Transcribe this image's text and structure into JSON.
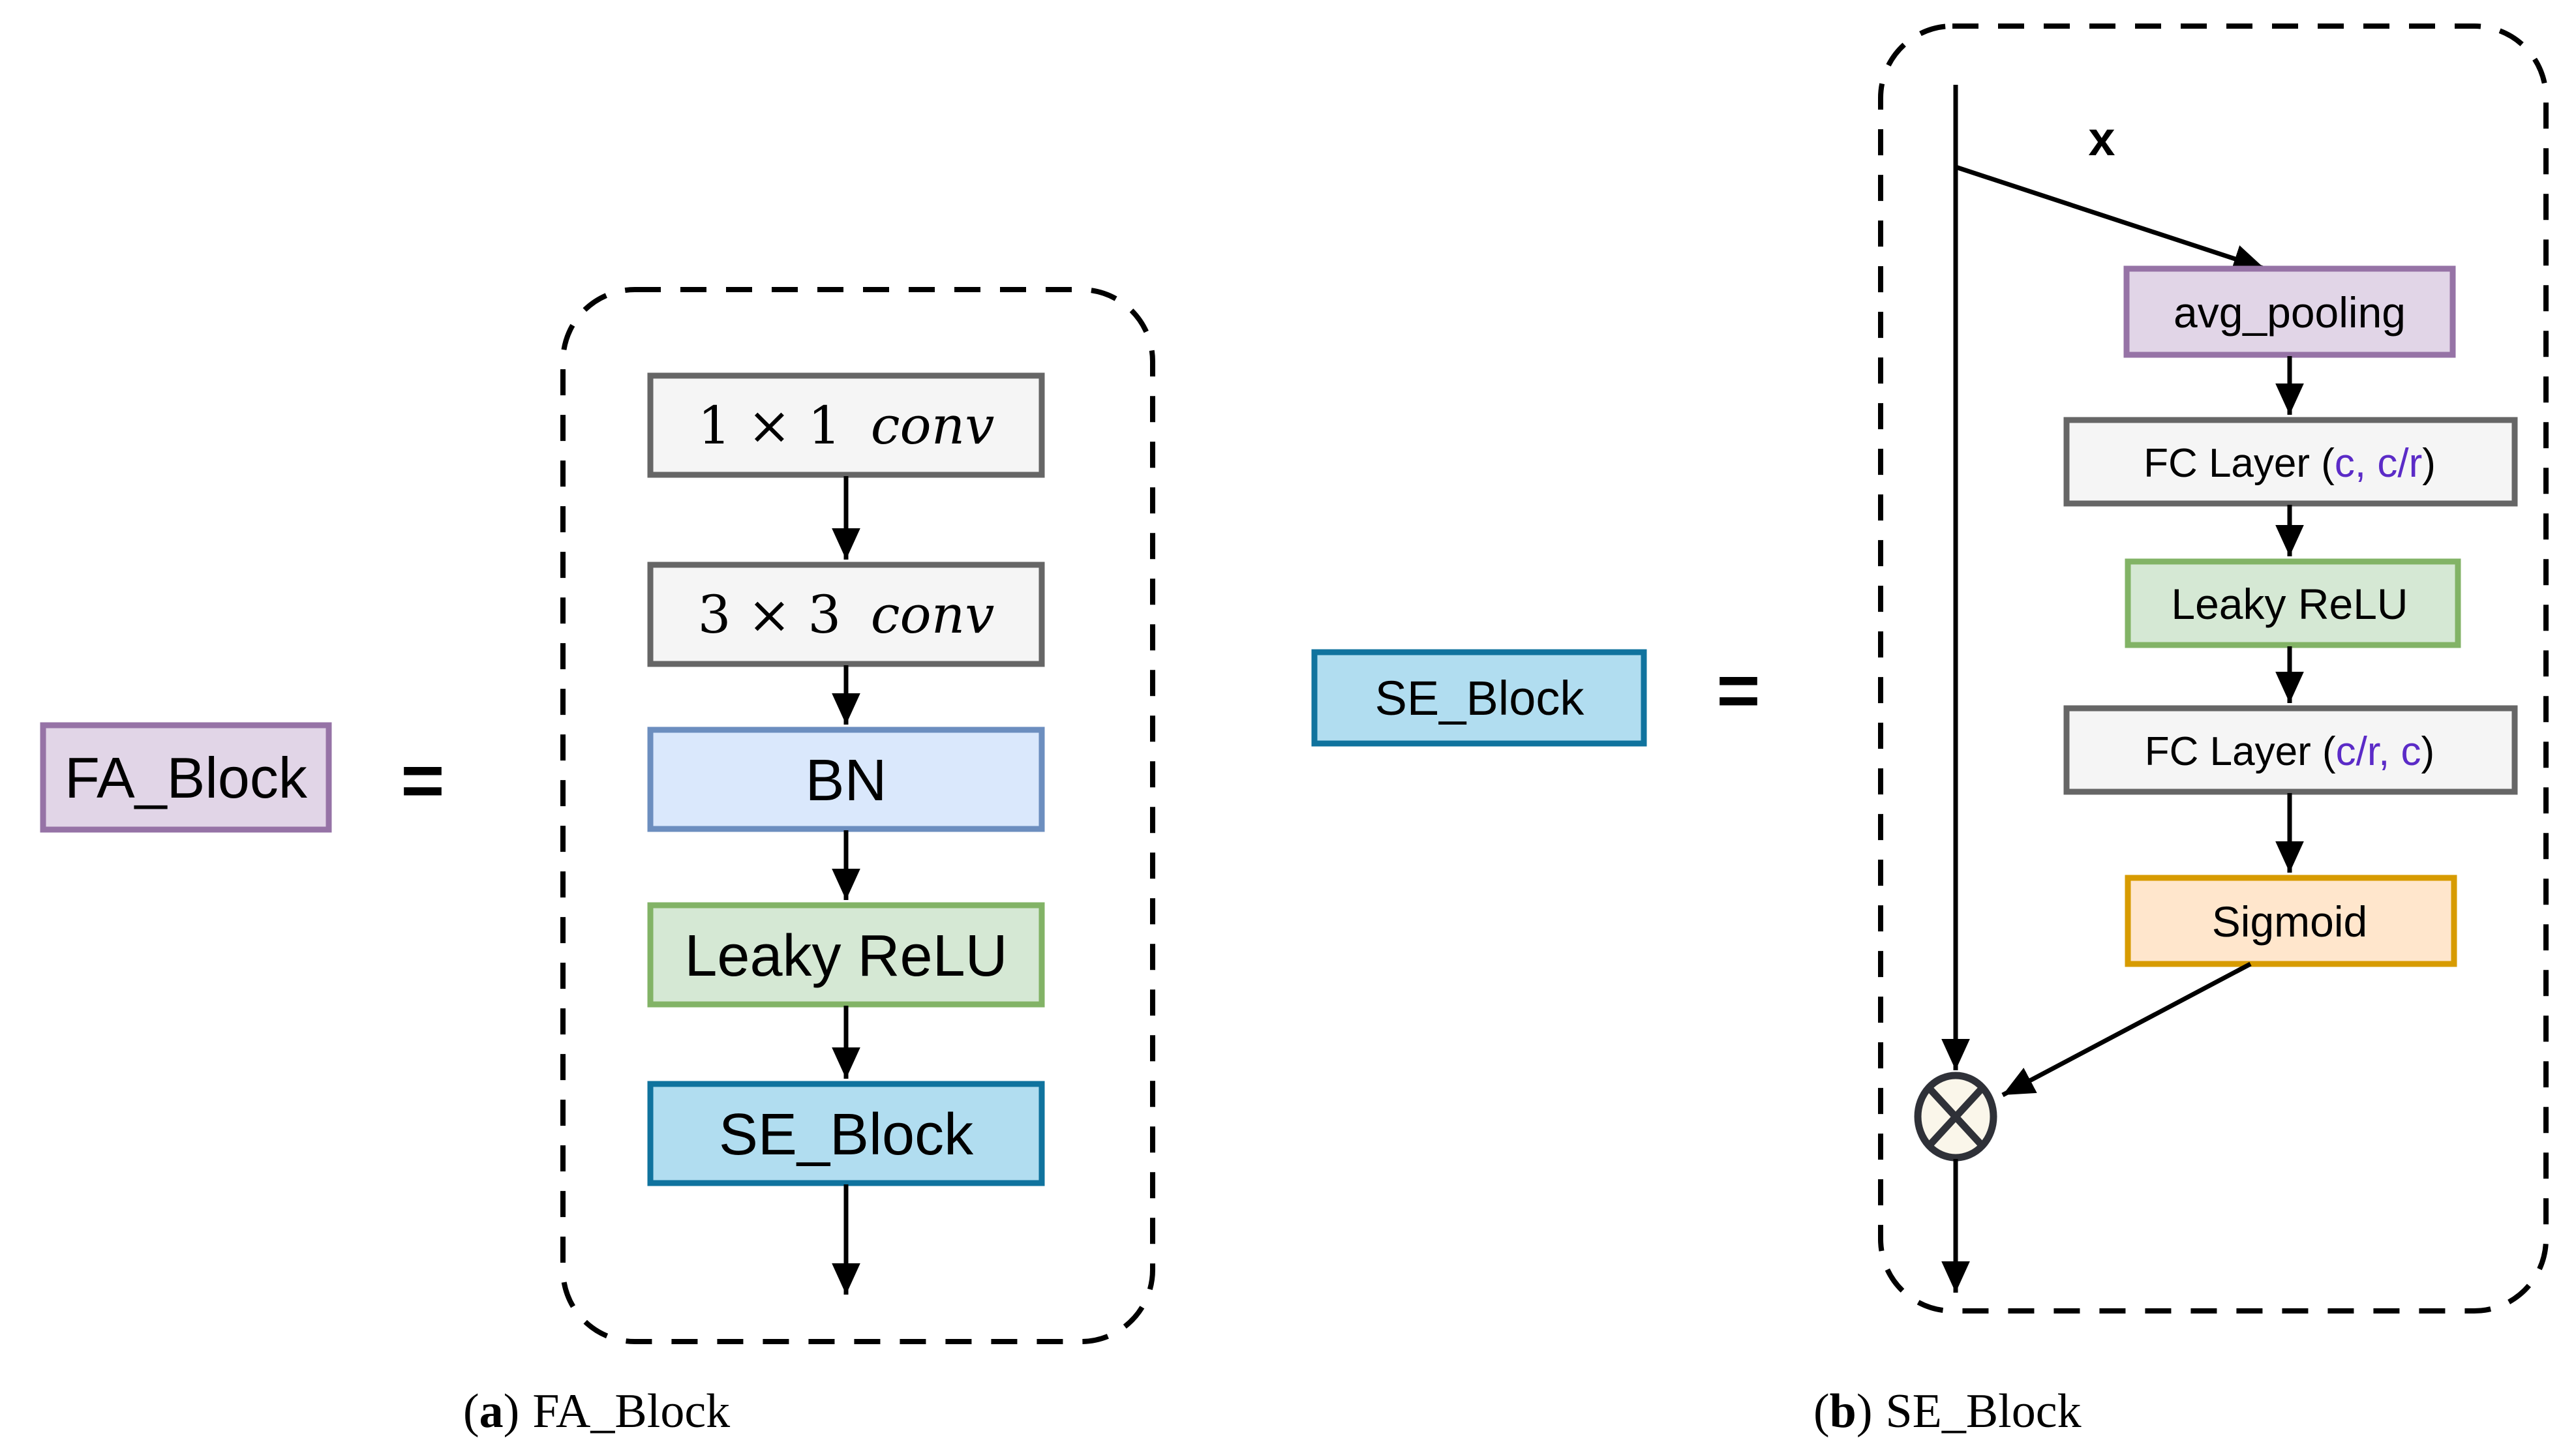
{
  "colors": {
    "purple_fill": "#E1D5E7",
    "purple_stroke": "#9673A6",
    "gray_fill": "#F5F5F5",
    "gray_stroke": "#666666",
    "blue_fill": "#DAE8FC",
    "blue_stroke": "#6C8EBF",
    "green_fill": "#D5E8D4",
    "green_stroke": "#82B366",
    "cyan_fill": "#B1DDF0",
    "cyan_stroke": "#10739E",
    "orange_fill": "#FFE6CC",
    "orange_stroke": "#D79B00",
    "op_fill": "#FAF6EA",
    "op_stroke": "#2F3138",
    "param_text": "#5B2BC7",
    "math_text": "#3A3A3A",
    "text": "#000000"
  },
  "fa_panel": {
    "block_label": "FA_Block",
    "equals": "=",
    "conv1": {
      "dims": "1 × 1",
      "word": "conv"
    },
    "conv2": {
      "dims": "3 × 3",
      "word": "conv"
    },
    "bn": "BN",
    "leaky_relu": "Leaky ReLU",
    "se_block": "SE_Block",
    "caption": {
      "open": "(",
      "letter": "a",
      "close": ")",
      "label": "FA_Block"
    }
  },
  "se_panel": {
    "block_label": "SE_Block",
    "equals": "=",
    "input_label": "x",
    "avg_pooling": "avg_pooling",
    "fc1": {
      "prefix": "FC Layer (",
      "params": "c, c/r",
      "suffix": ")"
    },
    "leaky_relu": "Leaky ReLU",
    "fc2": {
      "prefix": "FC Layer (",
      "params": "c/r, c",
      "suffix": ")"
    },
    "sigmoid": "Sigmoid",
    "caption": {
      "open": "(",
      "letter": "b",
      "close": ")",
      "label": "SE_Block"
    }
  }
}
